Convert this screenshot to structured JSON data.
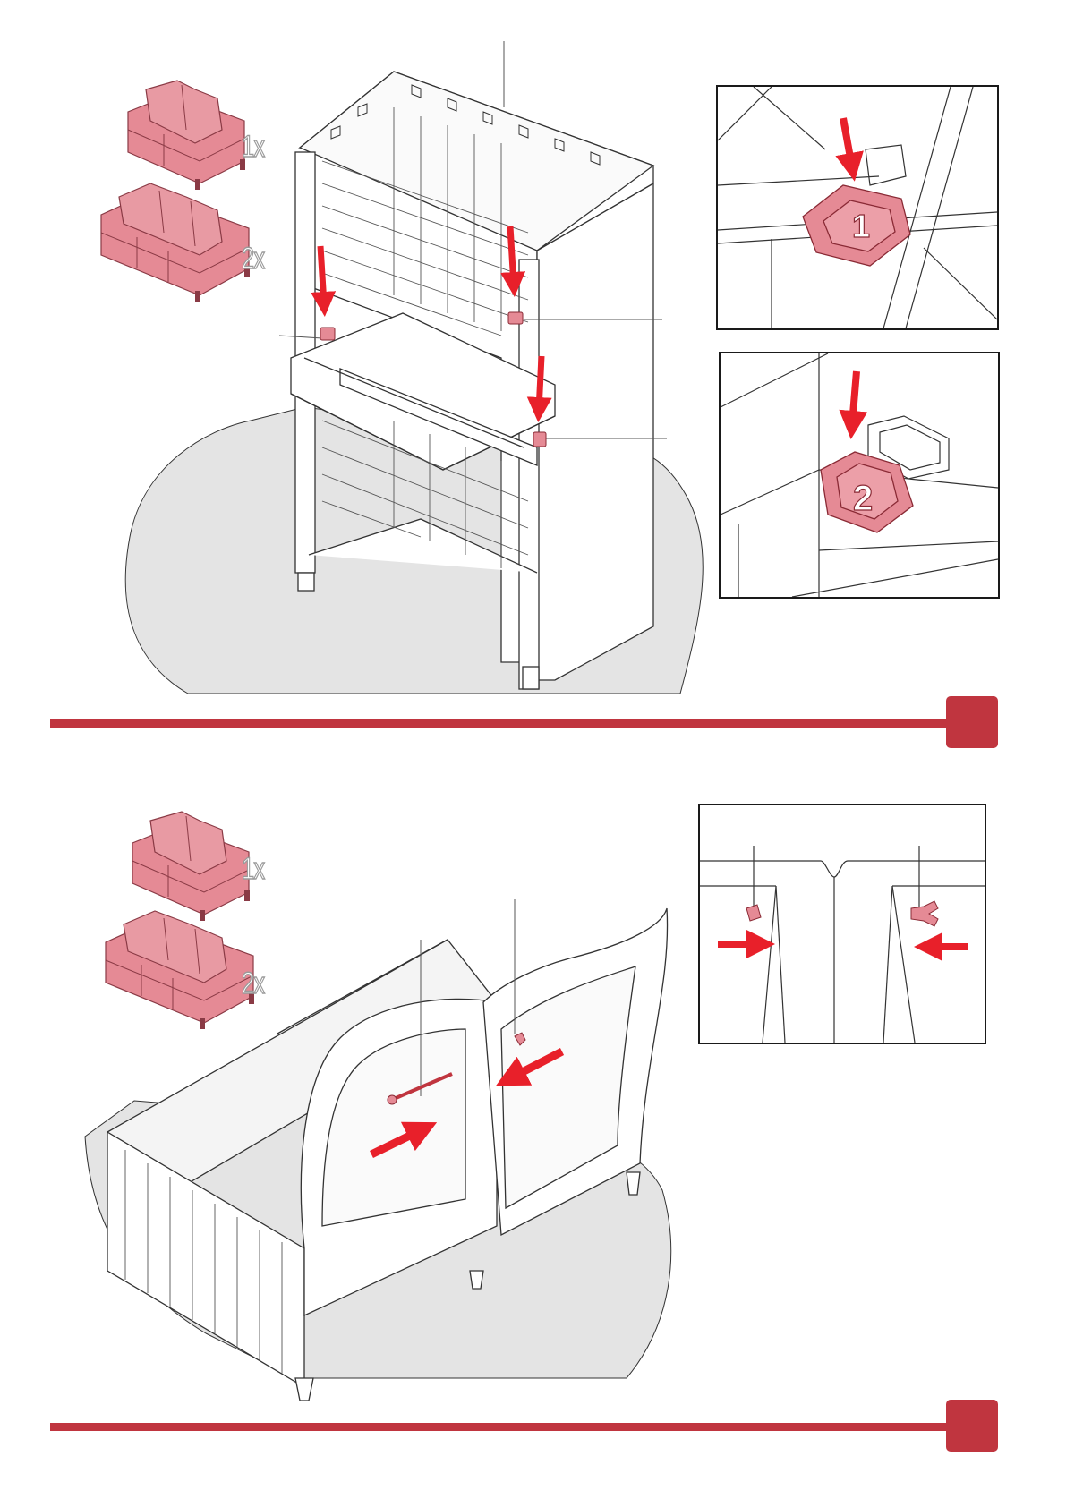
{
  "step1": {
    "variants": [
      {
        "name": "two-seat-sofa",
        "quantity": "1x"
      },
      {
        "name": "three-seat-sofa",
        "quantity": "2x"
      }
    ]
  },
  "step2": {
    "variants": [
      {
        "name": "two-seat-sofa",
        "quantity": "1x"
      },
      {
        "name": "three-seat-sofa",
        "quantity": "2x"
      }
    ]
  },
  "colors": {
    "accent": "#c0353f",
    "part_pink": "#e58a95",
    "arrow_red": "#e8202a",
    "floor_gray": "#e4e4e4"
  }
}
